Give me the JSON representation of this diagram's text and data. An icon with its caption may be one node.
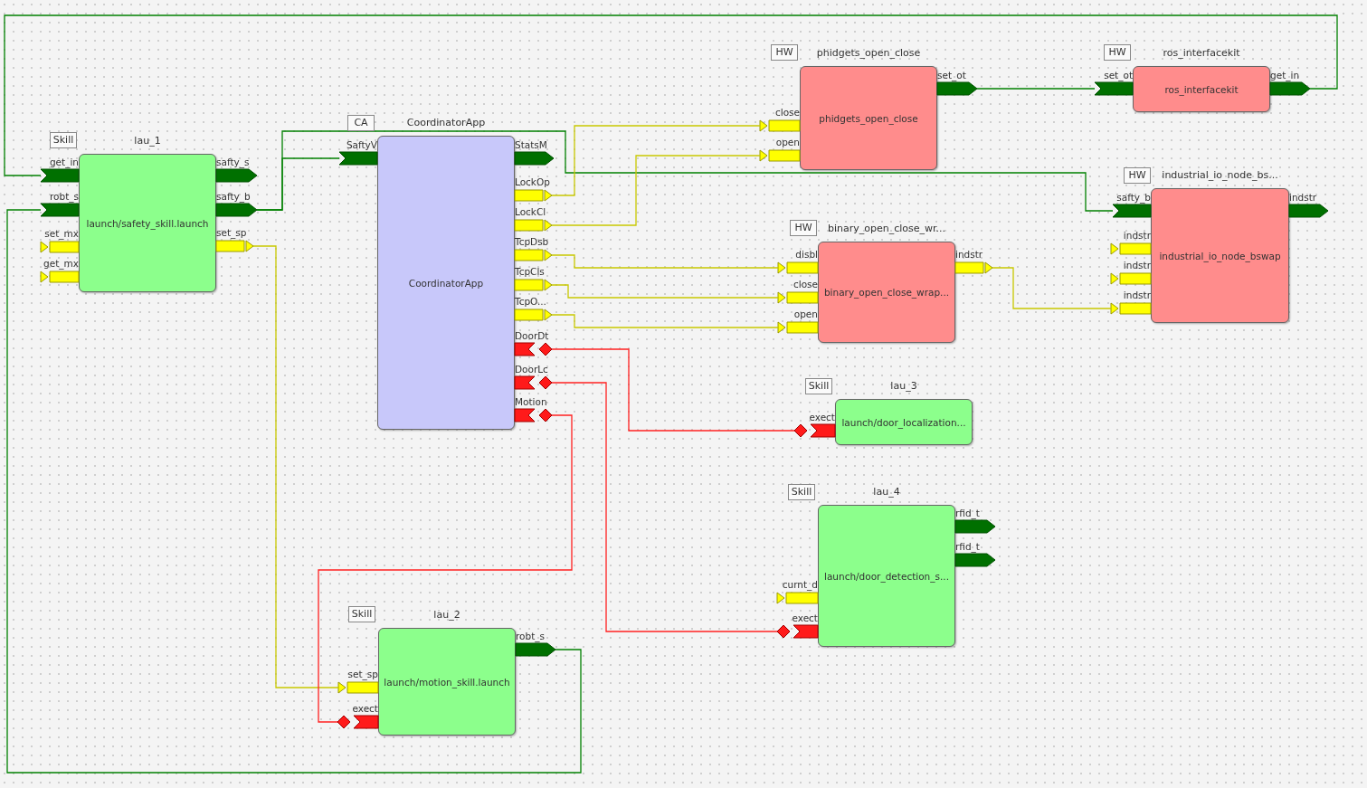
{
  "diagram": {
    "nodes": [
      {
        "text": [
          "Skill"
        ]
      },
      {
        "text": [
          "lau_1",
          "launch/safety_skill.launch"
        ]
      },
      {
        "text": [
          "get_in"
        ]
      },
      {
        "text": [
          "robt_s"
        ]
      },
      {
        "text": [
          "set_mx"
        ]
      },
      {
        "text": [
          "get_mx"
        ]
      },
      {
        "text": [
          "safty_s"
        ]
      },
      {
        "text": [
          "safty_b"
        ]
      },
      {
        "text": [
          "set_sp"
        ]
      },
      {
        "text": [
          "CA"
        ]
      },
      {
        "text": [
          "CoordinatorApp",
          "CoordinatorApp"
        ]
      },
      {
        "text": [
          "SaftyV"
        ]
      },
      {
        "text": [
          "StatsM"
        ]
      },
      {
        "text": [
          "LockOp"
        ]
      },
      {
        "text": [
          "LockCl"
        ]
      },
      {
        "text": [
          "TcpDsb"
        ]
      },
      {
        "text": [
          "TcpCls"
        ]
      },
      {
        "text": [
          "TcpO..."
        ]
      },
      {
        "text": [
          "DoorDt"
        ]
      },
      {
        "text": [
          "DoorLc"
        ]
      },
      {
        "text": [
          "Motion"
        ]
      },
      {
        "text": [
          "HW"
        ]
      },
      {
        "text": [
          "phidgets_open_close",
          "phidgets_open_close"
        ]
      },
      {
        "text": [
          "close"
        ]
      },
      {
        "text": [
          "open"
        ]
      },
      {
        "text": [
          "set_ot"
        ]
      },
      {
        "text": [
          "HW"
        ]
      },
      {
        "text": [
          "ros_interfacekit",
          "ros_interfacekit"
        ]
      },
      {
        "text": [
          "set_ot"
        ]
      },
      {
        "text": [
          "get_in"
        ]
      },
      {
        "text": [
          "HW"
        ]
      },
      {
        "text": [
          "industrial_io_node_bs...",
          "industrial_io_node_bswap"
        ]
      },
      {
        "text": [
          "safty_b"
        ]
      },
      {
        "text": [
          "indstr"
        ]
      },
      {
        "text": [
          "indstr"
        ]
      },
      {
        "text": [
          "indstr"
        ]
      },
      {
        "text": [
          "indstr"
        ]
      },
      {
        "text": [
          "HW"
        ]
      },
      {
        "text": [
          "binary_open_close_wr...",
          "binary_open_close_wrap..."
        ]
      },
      {
        "text": [
          "disbl"
        ]
      },
      {
        "text": [
          "close"
        ]
      },
      {
        "text": [
          "open"
        ]
      },
      {
        "text": [
          "indstr"
        ]
      },
      {
        "text": [
          "Skill"
        ]
      },
      {
        "text": [
          "lau_3",
          "launch/door_localization..."
        ]
      },
      {
        "text": [
          "exect"
        ]
      },
      {
        "text": [
          "Skill"
        ]
      },
      {
        "text": [
          "lau_4",
          "launch/door_detection_s..."
        ]
      },
      {
        "text": [
          "rfid_t"
        ]
      },
      {
        "text": [
          "rfid_t"
        ]
      },
      {
        "text": [
          "curnt_d"
        ]
      },
      {
        "text": [
          "exect"
        ]
      },
      {
        "text": [
          "Skill"
        ]
      },
      {
        "text": [
          "lau_2",
          "launch/motion_skill.launch"
        ]
      },
      {
        "text": [
          "set_sp"
        ]
      },
      {
        "text": [
          "exect"
        ]
      },
      {
        "text": [
          "robt_s"
        ]
      }
    ],
    "edges": [
      {
        "from": 29,
        "to": 2,
        "arrow": "none",
        "color": "#008000"
      },
      {
        "from": 56,
        "to": 3,
        "arrow": "none",
        "color": "#008000"
      },
      {
        "from": 7,
        "to": 32,
        "arrow": "none",
        "color": "#008000"
      },
      {
        "from": 7,
        "to": 11,
        "arrow": "none",
        "color": "#008000"
      },
      {
        "from": 25,
        "to": 28,
        "arrow": "none",
        "color": "#008000"
      },
      {
        "from": 8,
        "to": 54,
        "arrow": "none",
        "color": "#c8c800"
      },
      {
        "from": 13,
        "to": 23,
        "arrow": "none",
        "color": "#c8c800"
      },
      {
        "from": 14,
        "to": 24,
        "arrow": "none",
        "color": "#c8c800"
      },
      {
        "from": 15,
        "to": 39,
        "arrow": "none",
        "color": "#c8c800"
      },
      {
        "from": 16,
        "to": 40,
        "arrow": "none",
        "color": "#c8c800"
      },
      {
        "from": 17,
        "to": 41,
        "arrow": "none",
        "color": "#c8c800"
      },
      {
        "from": 42,
        "to": 36,
        "arrow": "none",
        "color": "#c8c800"
      },
      {
        "from": 18,
        "to": 45,
        "arrow": "none",
        "color": "#ff2020"
      },
      {
        "from": 19,
        "to": 51,
        "arrow": "none",
        "color": "#ff2020"
      },
      {
        "from": 20,
        "to": 55,
        "arrow": "none",
        "color": "#ff2020"
      }
    ]
  }
}
